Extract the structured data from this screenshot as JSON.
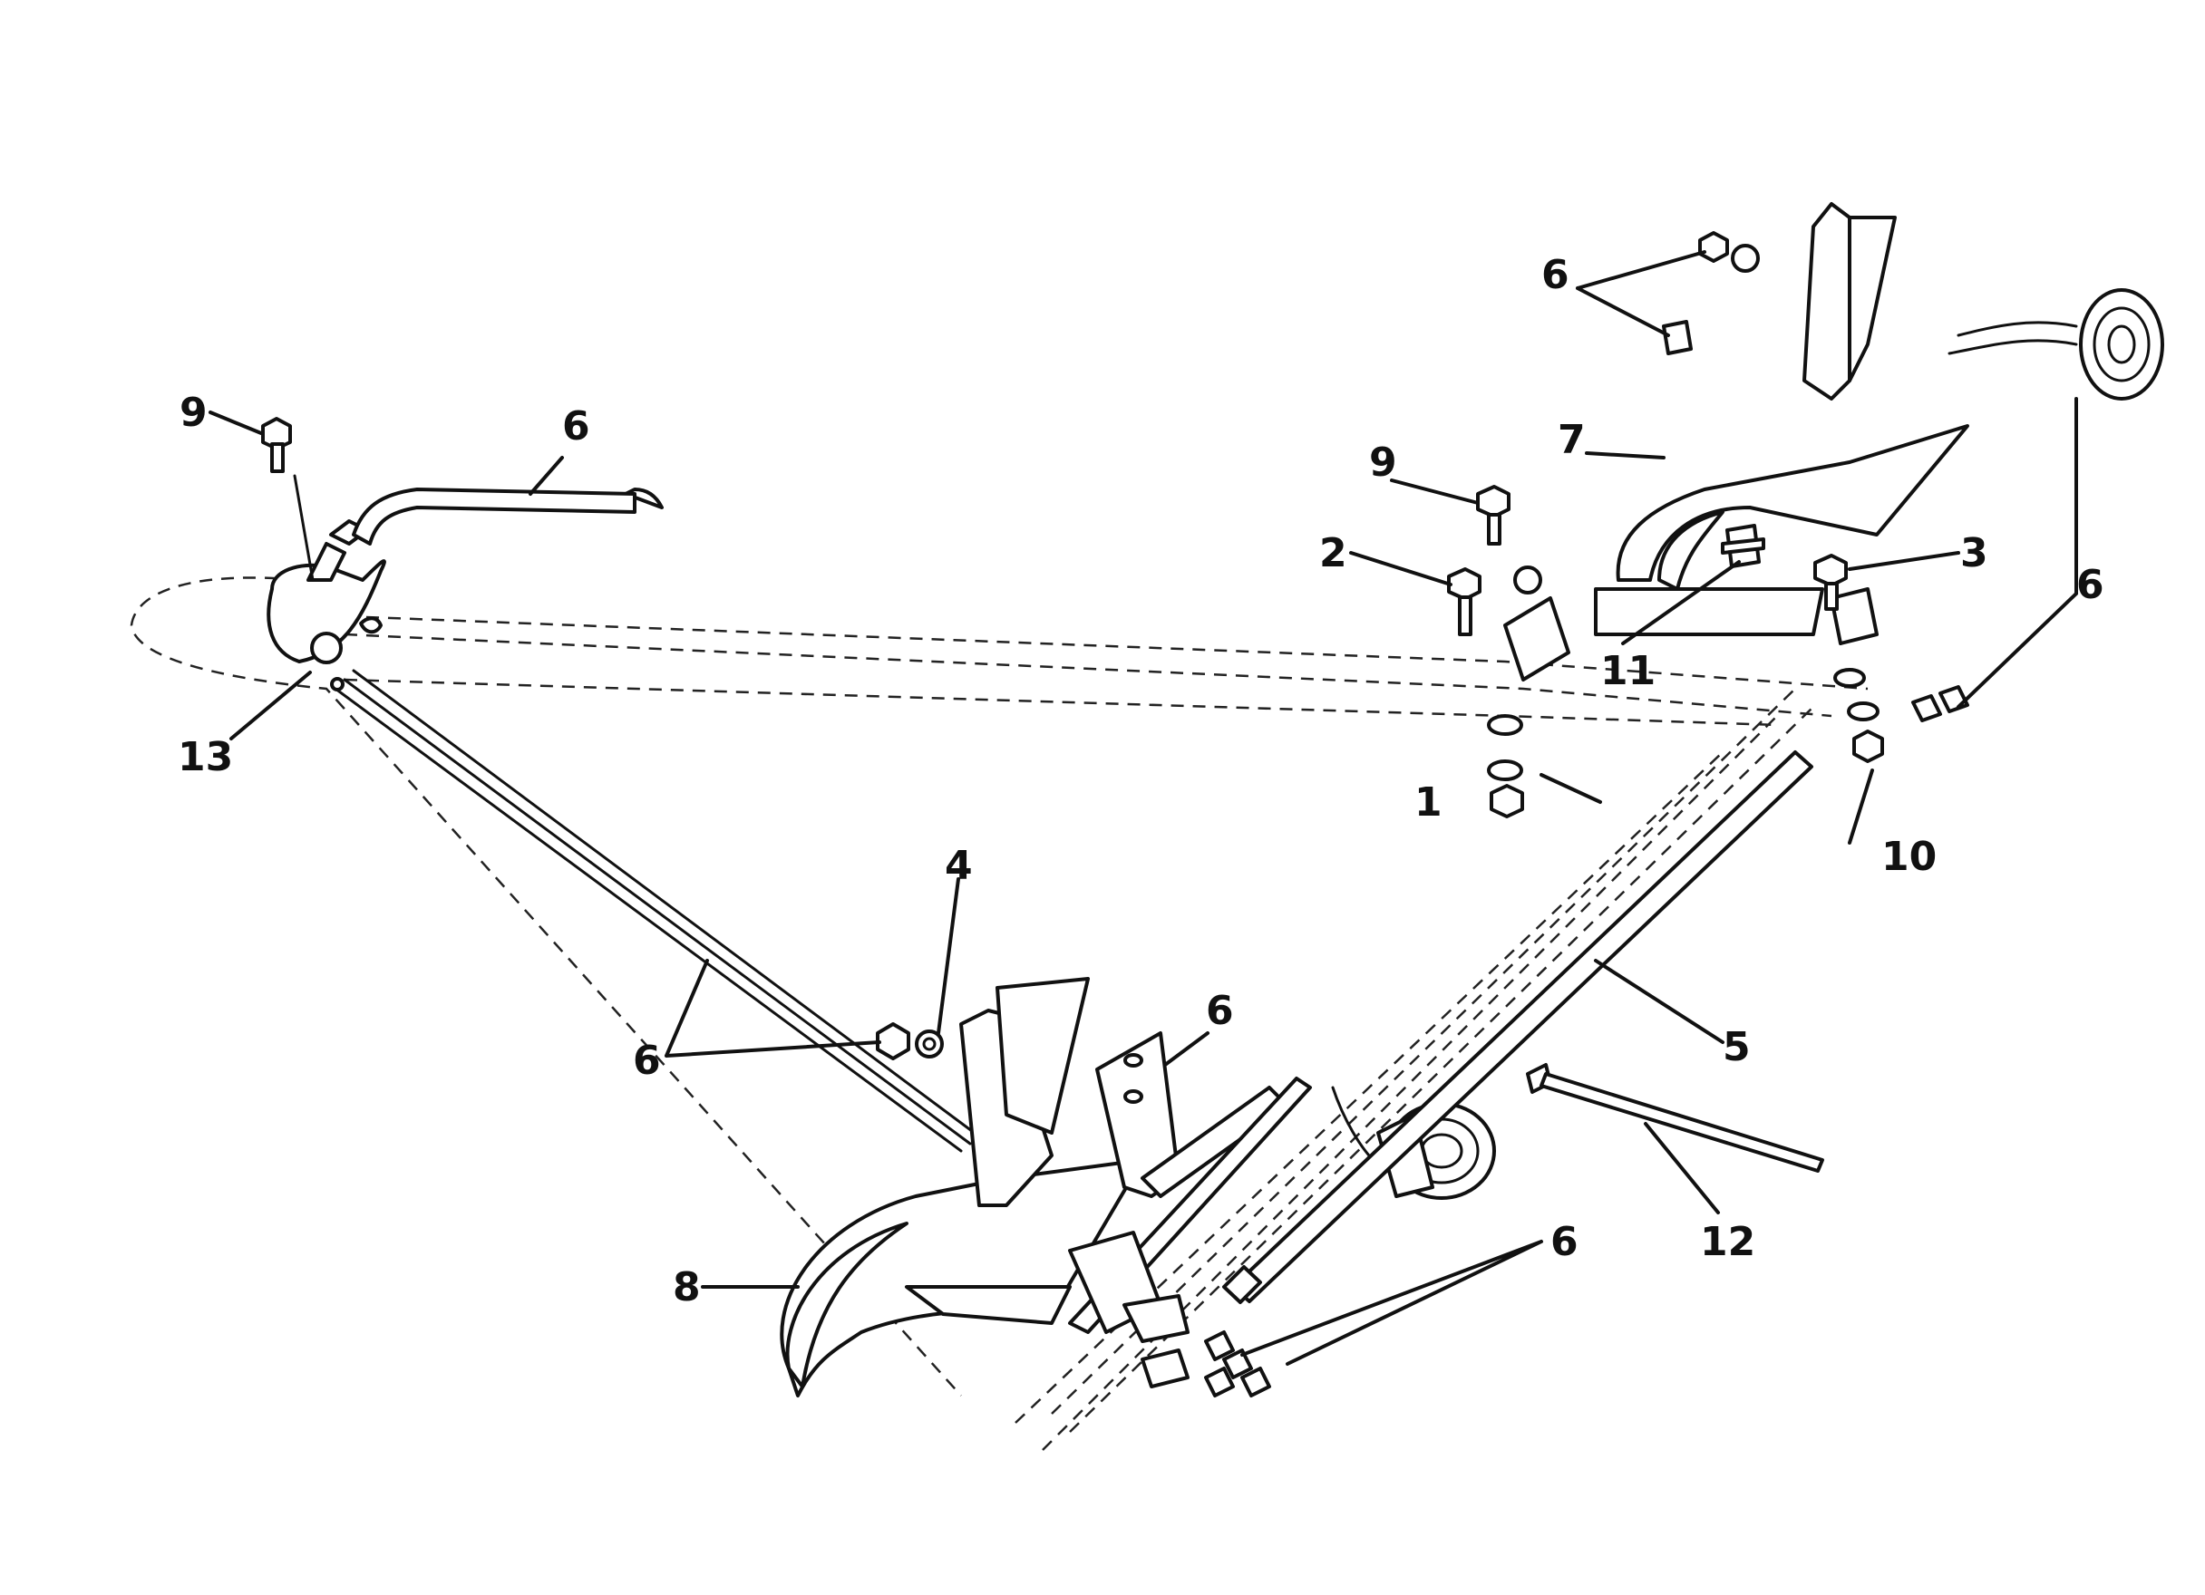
{
  "callouts": {
    "c1": "1",
    "c2": "2",
    "c3": "3",
    "c4": "4",
    "c5": "5",
    "c6_top_bracket": "6",
    "c6_cable": "6",
    "c6_right_lamp": "6",
    "c6_left_nuts": "6",
    "c6_left_plate": "6",
    "c6_bottom_connectors": "6",
    "c7": "7",
    "c8": "8",
    "c9_left": "9",
    "c9_right": "9",
    "c10": "10",
    "c11": "11",
    "c12": "12",
    "c13": "13"
  },
  "colors": {
    "line": "#111111",
    "background": "#ffffff"
  }
}
